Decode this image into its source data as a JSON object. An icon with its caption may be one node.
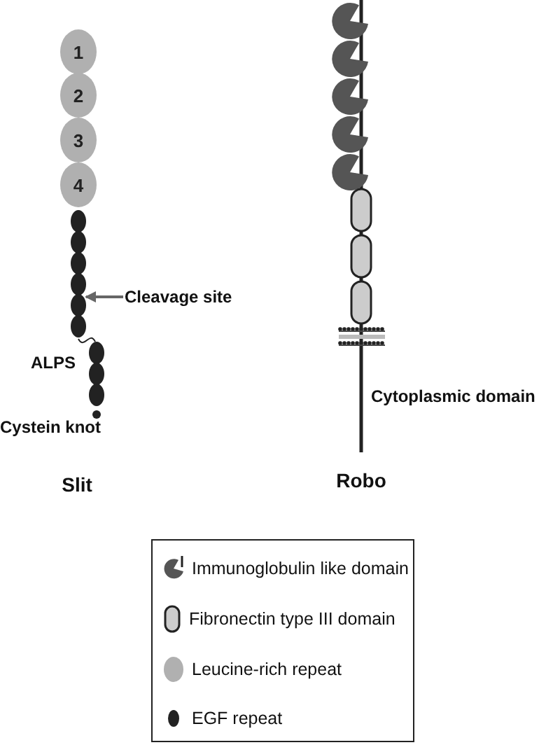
{
  "diagram": {
    "nodes": [
      {
        "text": [
          "1"
        ]
      },
      {
        "text": [
          "2"
        ]
      },
      {
        "text": [
          "3"
        ]
      },
      {
        "text": [
          "4"
        ]
      },
      {
        "text": [
          "Cleavage site"
        ]
      },
      {
        "text": [],
        "shape": "ellipse"
      }
    ],
    "edges": [
      {
        "from": 4,
        "to": 5,
        "arrow": "to"
      }
    ],
    "labels": [
      "ALPS",
      "Cystein knot",
      "Slit",
      "Cytoplasmic domain",
      "Robo"
    ],
    "legend": [
      {
        "text": "Immunoglobulin like domain"
      },
      {
        "text": "Fibronectin type III domain"
      },
      {
        "text": "Leucine-rich repeat"
      },
      {
        "text": "EGF repeat"
      }
    ]
  }
}
